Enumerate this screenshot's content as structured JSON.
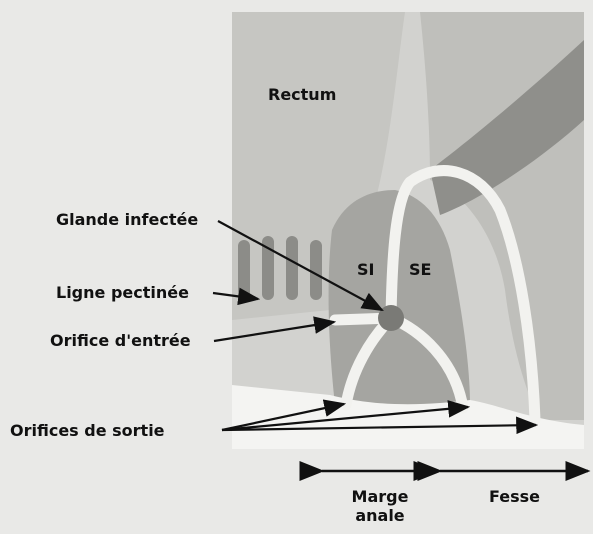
{
  "labels": {
    "rectum": "Rectum",
    "si": "SI",
    "se": "SE",
    "glande": "Glande infectée",
    "ligne": "Ligne pectinée",
    "orifice_entree": "Orifice d'entrée",
    "orifices_sortie": "Orifices de sortie",
    "marge_line1": "Marge",
    "marge_line2": "anale",
    "fesse": "Fesse"
  },
  "colors": {
    "background": "#e9e9e7",
    "panel": "#d4d4d1",
    "rectum_wall": "#bdbdb9",
    "tissue": "#a9a9a5",
    "fat": "#cfcfcb",
    "muscle": "#8d8d89",
    "fistula": "#f2f2ef",
    "gland": "#7a7a76",
    "ink": "#111111"
  }
}
